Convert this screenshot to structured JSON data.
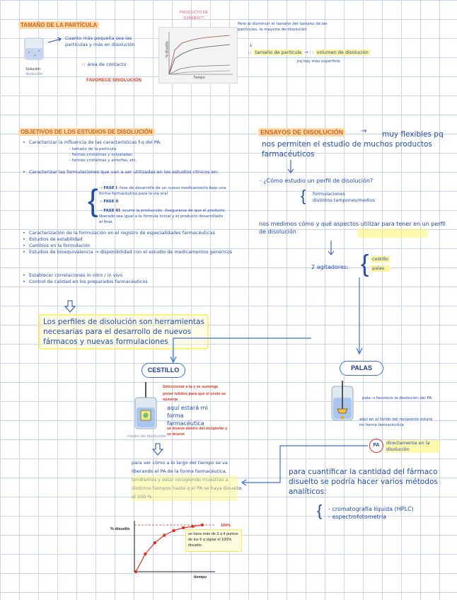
{
  "top_left": {
    "title": "TAMAÑO DE LA PARTÍCULA",
    "solution_label": "Solución",
    "solution_sub": "disolución",
    "note": "Cuanto más pequeña sea las partículas y más en disolución",
    "area_line": "área de contacto",
    "favorece": "FAVORECE DISOLUCIÓN"
  },
  "top_center": {
    "tag": "PRODUCTO DE EXAMEN??",
    "chart_xlabel": "Tiempo",
    "chart_ylabel": "% disuelto"
  },
  "top_right": {
    "text": "Pero al disminuir el tamaño del tamaño de las partículas, la mayoría de disolución",
    "arrow": "↓",
    "rule_left": "tamaño de partícula",
    "rule_right": "volumen de disolución",
    "rule_sub": "pq hay más superficie"
  },
  "objetivos": {
    "title": "OBJETIVOS DE LOS ESTUDIOS DE DISOLUCIÓN",
    "items": [
      "Caracterizar la influencia de las características f-q del PA:",
      "Caracterizar las formulaciones que van a ser utilizadas en los estudios clínicos en:",
      "Caracterización de la formulación en el registro de especialidades farmacéuticas",
      "Estudios de estabilidad",
      "Cambios en la formulación",
      "Estudios de bioequivalencia → disponibilidad con el estudio de medicamentos genéricos",
      "Establecer correlaciones in vitro / in vivo",
      "Control de calidad en los preparados farmacéuticos"
    ],
    "sub_items": [
      "tamaño de la partícula",
      "formas cristalinas y solvatadas",
      "formas cristalinas y amorfas, etc."
    ],
    "phases": [
      {
        "label": "FASE I",
        "text": "fase de desarrollo de un nuevo medicamento bajo una forma farmacéutica para la vía oral"
      },
      {
        "label": "FASE II",
        "text": ""
      },
      {
        "label": "FASE III",
        "text": "ocurre la producción. Asegurarse de que el producto liberado sea igual a la fórmula inicial y el producto desarrollado al final."
      }
    ],
    "summary": "Los perfiles de disolución son herramientas necesarias para el desarrollo de nuevos fármacos y nuevas formulaciones"
  },
  "ensayos": {
    "title": "ENSAYOS DE DISOLUCIÓN",
    "side": "muy flexibles pq nos permiten el estudio de muchos productos farmacéuticos",
    "question": "¿Cómo estudio un perfil de disolución?",
    "brace_items": [
      "formulaciones",
      "distintos tampones/medios"
    ],
    "medir": "nos medimos cómo y qué aspectos utilizar para tener en un perfil de disolución",
    "agitadores_label": "2 agitadores:",
    "agitadores": [
      "cestillo",
      "palas"
    ]
  },
  "cestillo": {
    "title": "CESTILLO",
    "notes": [
      "Seleccionar a la y se sumerge",
      "poner tubitos para que el cesto se sumerja",
      "aquí estará mi forma farmacéutica",
      "se mueve dentro del recipiente y se mueve"
    ],
    "medio": "medio de disolución",
    "text": "para ver cómo a lo largo del tiempo se va liberando el PA de la forma farmacéutica, tendremos y estar recogiendo muestras a distintos tiempos hasta q el PA se haya disuelto al 100 %"
  },
  "palas": {
    "title": "PALAS",
    "note1": "pala → favorece la disolución del PA",
    "note2": "aquí en el fondo del recipiente estará mi forma farmacéutica",
    "pa": "PA",
    "pa_text": "directamente en la disolución",
    "analytic": "para cuantificar la cantidad del fármaco disuelto se podría hacer varios métodos analíticos:",
    "methods": [
      "cromatografía líquida (HPLC)",
      "espectrofotometría"
    ]
  },
  "bottom_chart": {
    "ylabel": "% disuelto",
    "xlabel": "tiempo",
    "label100": "100%",
    "note": "se hace más de 3 a 4 puntos de los 6 q vigilar el 100% disuelto",
    "points_y": [
      0,
      38,
      62,
      78,
      88,
      94,
      97,
      100
    ]
  },
  "colors": {
    "grid": "#c9d2f0",
    "ink": "#1f4bb0",
    "highlight_yellow": "#fff59a",
    "highlight_orange": "#ffd9a8",
    "red": "#e0331f"
  }
}
